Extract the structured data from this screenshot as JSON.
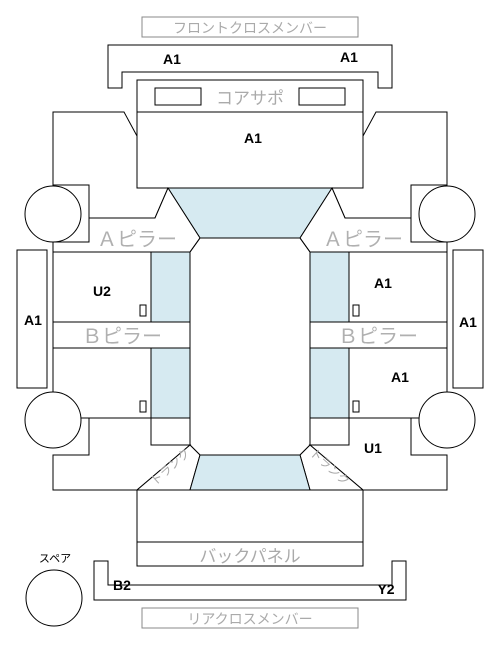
{
  "labels": {
    "front_cross_member": "フロントクロスメンバー",
    "core_support": "コアサポ",
    "a_pillar": "Ａピラー",
    "b_pillar": "Ｂピラー",
    "back_panel": "バックパネル",
    "rear_cross_member": "リアクロスメンバー",
    "spare": "スペア",
    "trunk": "トランク"
  },
  "grades": {
    "front_cross_member_left": "A1",
    "front_cross_member_right": "A1",
    "hood": "A1",
    "left_rocker": "A1",
    "right_rocker": "A1",
    "front_left_door": "U2",
    "front_right_door": "A1",
    "rear_right_door": "A1",
    "rear_right_quarter": "U1",
    "rear_cross_member_left": "B2",
    "rear_cross_member_right": "Y2"
  },
  "colors": {
    "glass": "#d6eaf1",
    "label_gray": "#aaaaaa",
    "line": "#000000"
  }
}
